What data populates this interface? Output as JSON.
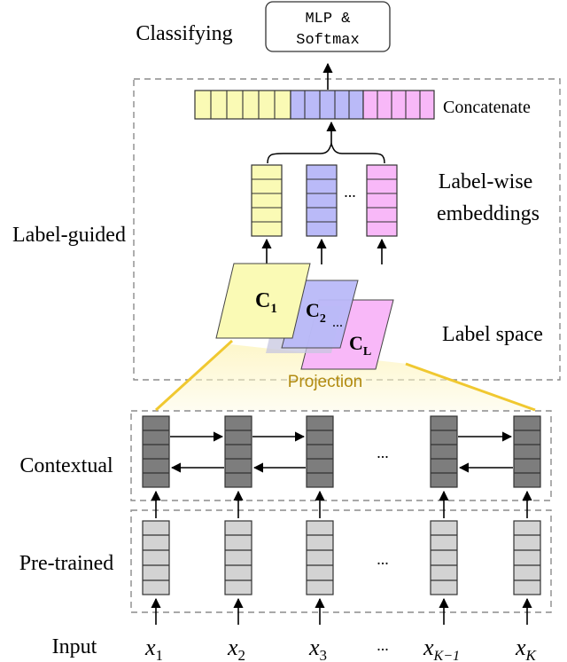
{
  "labels": {
    "classifying": "Classifying",
    "mlp_line1": "MLP &",
    "mlp_line2": "Softmax",
    "concatenate": "Concatenate",
    "label_wise_line1": "Label-wise",
    "label_wise_line2": "embeddings",
    "label_guided": "Label-guided",
    "label_space": "Label  space",
    "projection": "Projection",
    "contextual": "Contextual",
    "pre_trained": "Pre-trained",
    "input": "Input",
    "ellipsis": "..."
  },
  "label_space": {
    "c1": {
      "base": "C",
      "sub": "1"
    },
    "c2": {
      "base": "C",
      "sub": "2"
    },
    "cl": {
      "base": "C",
      "sub": "L"
    }
  },
  "inputs": [
    {
      "base": "x",
      "sub": "1"
    },
    {
      "base": "x",
      "sub": "2"
    },
    {
      "base": "x",
      "sub": "3"
    },
    {
      "base": "x",
      "sub": "K−1"
    },
    {
      "base": "x",
      "sub": "K"
    }
  ],
  "colors": {
    "yellow": "#fafab5",
    "purple": "#babaf8",
    "pink": "#f8b8f8",
    "contextual_cell": "#7d7d7d",
    "pretrained_cell": "#d3d3d3",
    "dashed_border": "#8c8c8c",
    "projection_text": "#b28b10",
    "projection_line": "#f0c830"
  }
}
